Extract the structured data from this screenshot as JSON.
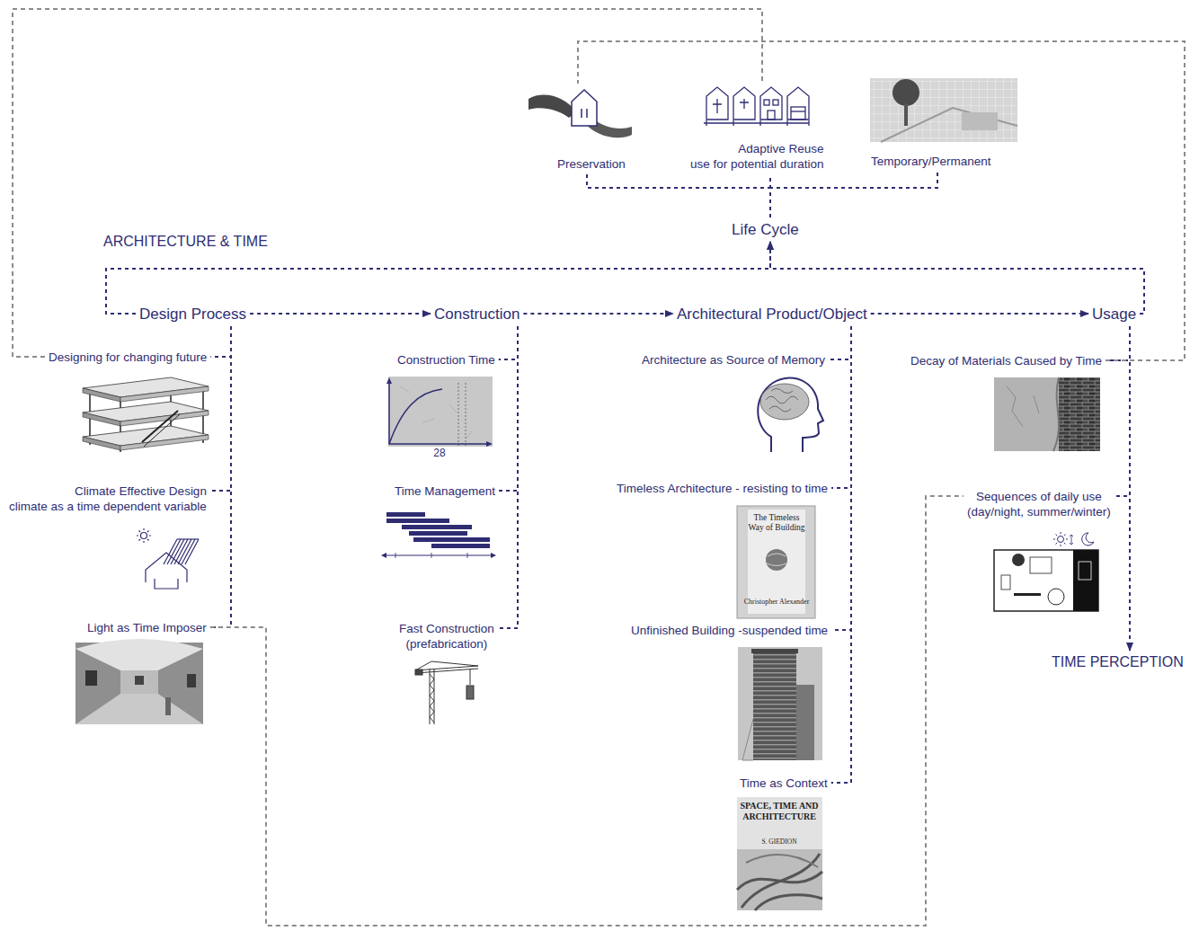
{
  "diagram": {
    "title": "ARCHITECTURE & TIME",
    "nodes": [
      {
        "text": [
          "Design Process"
        ]
      },
      {
        "text": [
          "Construction"
        ]
      },
      {
        "text": [
          "Architectural Product/Object"
        ]
      },
      {
        "text": [
          "Usage"
        ]
      },
      {
        "text": [
          "Life Cycle"
        ]
      },
      {
        "text": [
          "Preservation"
        ]
      },
      {
        "text": [
          "Adaptive Reuse",
          "use for potential duration"
        ]
      },
      {
        "text": [
          "Temporary/Permanent"
        ]
      },
      {
        "text": [
          "Designing for changing future"
        ]
      },
      {
        "text": [
          "Climate Effective Design",
          "climate as a time dependent variable"
        ]
      },
      {
        "text": [
          "Light as Time Imposer"
        ]
      },
      {
        "text": [
          "Construction Time"
        ]
      },
      {
        "text": [
          "Time Management"
        ]
      },
      {
        "text": [
          "Fast Construction",
          "(prefabrication)"
        ]
      },
      {
        "text": [
          "Architecture as Source of Memory"
        ]
      },
      {
        "text": [
          "Timeless Architecture - resisting to time"
        ]
      },
      {
        "text": [
          "Unfinished Building -suspended time"
        ]
      },
      {
        "text": [
          "Time as Context"
        ]
      },
      {
        "text": [
          "Decay of Materials Caused by Time"
        ]
      },
      {
        "text": [
          "Sequences of daily use",
          "(day/night, summer/winter)"
        ]
      },
      {
        "text": [
          "TIME PERCEPTION"
        ]
      }
    ],
    "edges": [
      {
        "from": 0,
        "to": 1,
        "arrow": "to"
      },
      {
        "from": 1,
        "to": 2,
        "arrow": "to"
      },
      {
        "from": 2,
        "to": 3,
        "arrow": "to"
      },
      {
        "from": 0,
        "to": 4,
        "arrow": "to"
      },
      {
        "from": 3,
        "to": 4,
        "arrow": "to"
      },
      {
        "from": 4,
        "to": 5,
        "arrow": "none"
      },
      {
        "from": 4,
        "to": 6,
        "arrow": "none"
      },
      {
        "from": 4,
        "to": 7,
        "arrow": "none"
      },
      {
        "from": 0,
        "to": 8,
        "arrow": "none"
      },
      {
        "from": 0,
        "to": 9,
        "arrow": "none"
      },
      {
        "from": 0,
        "to": 10,
        "arrow": "none"
      },
      {
        "from": 1,
        "to": 11,
        "arrow": "none"
      },
      {
        "from": 1,
        "to": 12,
        "arrow": "none"
      },
      {
        "from": 1,
        "to": 13,
        "arrow": "none"
      },
      {
        "from": 2,
        "to": 14,
        "arrow": "none"
      },
      {
        "from": 2,
        "to": 15,
        "arrow": "none"
      },
      {
        "from": 2,
        "to": 16,
        "arrow": "none"
      },
      {
        "from": 2,
        "to": 17,
        "arrow": "none"
      },
      {
        "from": 3,
        "to": 18,
        "arrow": "none"
      },
      {
        "from": 3,
        "to": 19,
        "arrow": "none"
      },
      {
        "from": 3,
        "to": 20,
        "arrow": "to"
      },
      {
        "from": 8,
        "to": 6,
        "arrow": "none"
      },
      {
        "from": 18,
        "to": 5,
        "arrow": "none"
      },
      {
        "from": 10,
        "to": 19,
        "arrow": "none"
      }
    ],
    "labels": [
      "28",
      "The Timeless Way of Building",
      "Christopher Alexander",
      "SPACE, TIME AND ARCHITECTURE",
      "S. GIEDION"
    ]
  }
}
